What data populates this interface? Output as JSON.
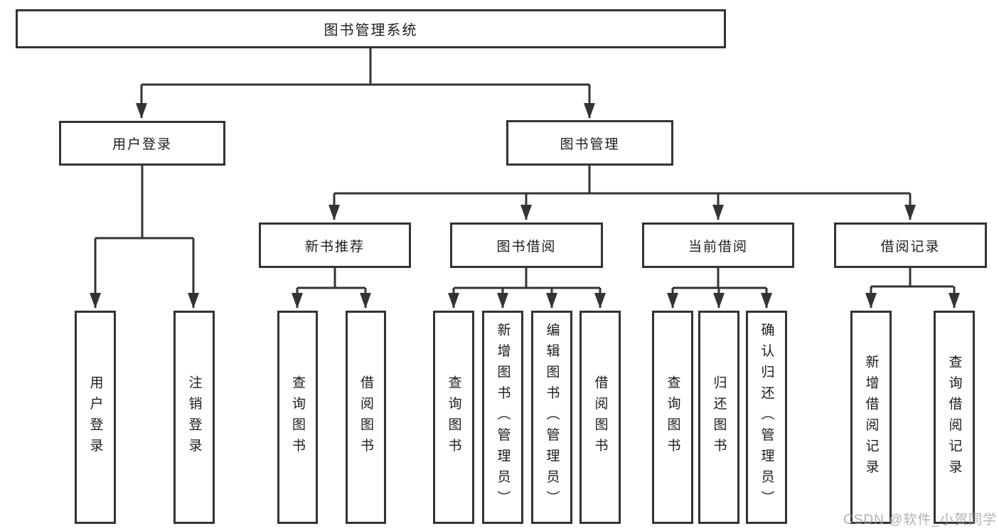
{
  "tree": {
    "root": "图书管理系统",
    "children": [
      {
        "label": "用户登录",
        "leaves": [
          "用户登录",
          "注销登录"
        ]
      },
      {
        "label": "图书管理",
        "children": [
          {
            "label": "新书推荐",
            "leaves": [
              "查询图书",
              "借阅图书"
            ]
          },
          {
            "label": "图书借阅",
            "leaves": [
              "查询图书",
              "新增图书（管理员）",
              "编辑图书（管理员）",
              "借阅图书"
            ]
          },
          {
            "label": "当前借阅",
            "leaves": [
              "查询图书",
              "归还图书",
              "确认归还（管理员）"
            ]
          },
          {
            "label": "借阅记录",
            "leaves": [
              "新增借阅记录",
              "查询借阅记录"
            ]
          }
        ]
      }
    ]
  },
  "watermark": "CSDN @软件_小贺同学",
  "colors": {
    "line": "#333333",
    "box_border": "#333333",
    "text": "#1c1c1c",
    "watermark": "#9e9e9e",
    "background": "#ffffff"
  }
}
